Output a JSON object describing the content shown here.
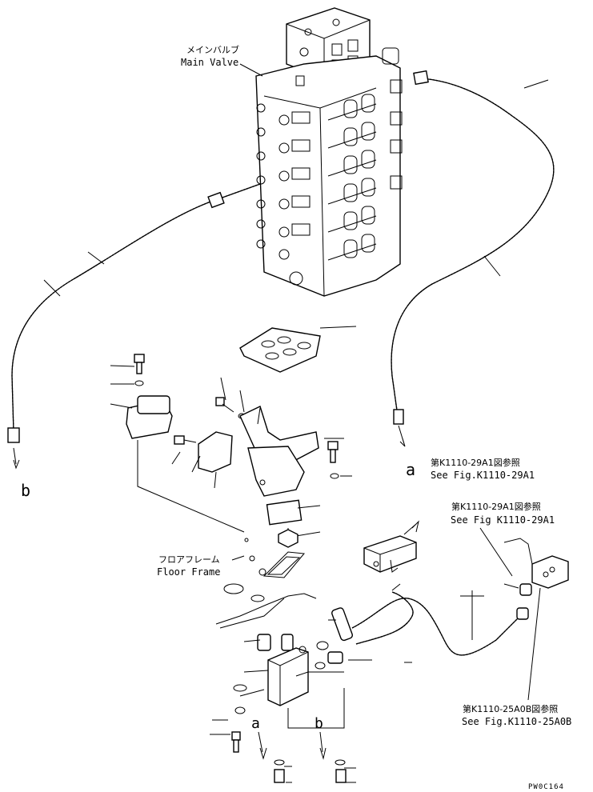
{
  "labels": {
    "main_valve_jp": "メインバルブ",
    "main_valve_en": "Main Valve",
    "floor_frame_jp": "フロアフレーム",
    "floor_frame_en": "Floor Frame",
    "ref1_jp": "第K1110-29A1図参照",
    "ref1_en": "See Fig.K1110-29A1",
    "ref2_jp": "第K1110-29A1図参照",
    "ref2_en": "See Fig K1110-29A1",
    "ref3_jp": "第K1110-25A0B図参照",
    "ref3_en": "See Fig.K1110-25A0B",
    "callout_a1": "a",
    "callout_b1": "b",
    "callout_a2": "a",
    "callout_b2": "b",
    "drawing_code": "PW0C164"
  }
}
